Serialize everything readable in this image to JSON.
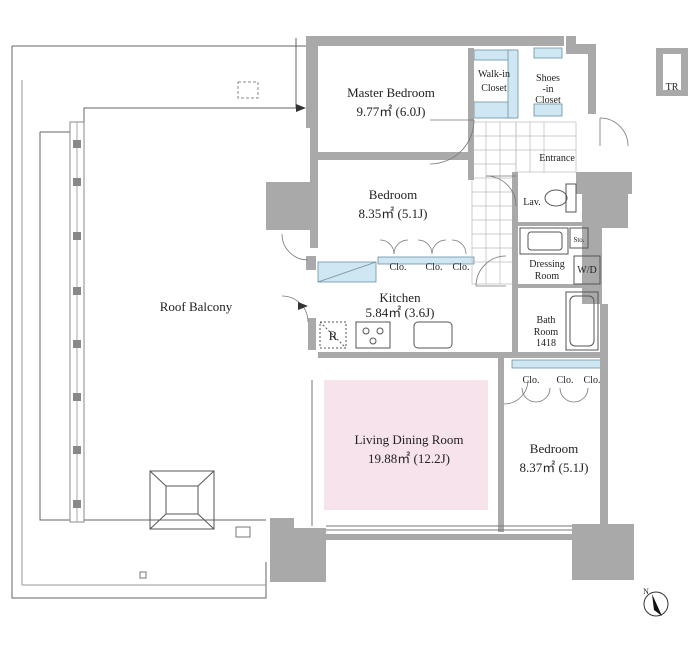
{
  "rooms": {
    "master_bedroom": {
      "name": "Master Bedroom",
      "area": "9.77㎡ (6.0J)"
    },
    "walk_in_closet": {
      "line1": "Walk-in",
      "line2": "Closet"
    },
    "shoes_closet": {
      "line1": "Shoes",
      "line2": "-in",
      "line3": "Closet"
    },
    "entrance": {
      "name": "Entrance"
    },
    "bedroom_1": {
      "name": "Bedroom",
      "area": "8.35㎡ (5.1J)"
    },
    "lav": {
      "name": "Lav."
    },
    "sto": {
      "name": "Sto."
    },
    "dressing_room": {
      "line1": "Dressing",
      "line2": "Room"
    },
    "wd": {
      "name": "W/D"
    },
    "kitchen": {
      "name": "Kitchen",
      "area": "5.84㎡ (3.6J)"
    },
    "refrigerator": {
      "name": "R"
    },
    "bath_room": {
      "line1": "Bath",
      "line2": "Room",
      "line3": "1418"
    },
    "roof_balcony": {
      "name": "Roof Balcony"
    },
    "living_dining": {
      "name": "Living Dining Room",
      "area": "19.88㎡ (12.2J)"
    },
    "bedroom_2": {
      "name": "Bedroom",
      "area": "8.37㎡ (5.1J)"
    },
    "tr": {
      "name": "TR"
    }
  },
  "closets": {
    "bedroom_1": [
      "Clo.",
      "Clo.",
      "Clo."
    ],
    "bedroom_2": [
      "Clo.",
      "Clo.",
      "Clo."
    ]
  },
  "compass": {
    "label": "N"
  },
  "colors": {
    "wall": "#a9a9a9",
    "closet": "#cfe7f2",
    "living_highlight": "#f7e3ec",
    "line": "#555555"
  }
}
